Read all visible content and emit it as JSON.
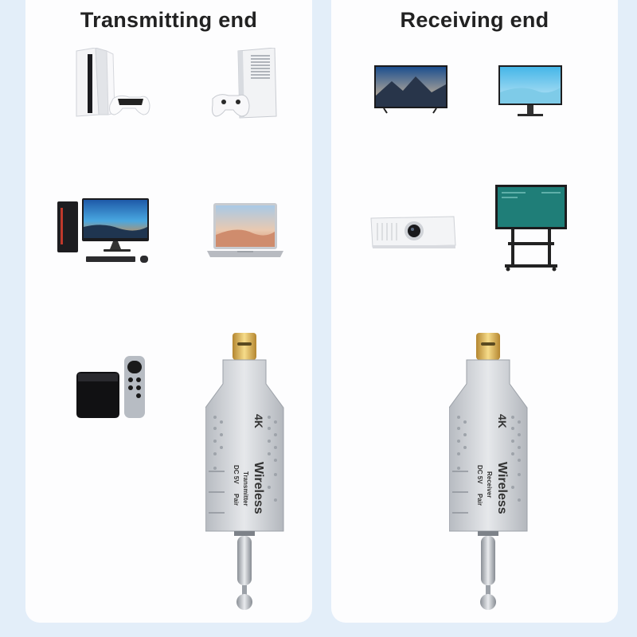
{
  "panels": [
    {
      "heading": "Transmitting end",
      "devices": [
        "ps5-console-icon",
        "xbox-series-s-icon",
        "desktop-pc-icon",
        "laptop-icon",
        "apple-tv-icon"
      ],
      "dongle": {
        "badge": "4K",
        "title": "Wireless",
        "subtitle": "Transmitter",
        "port1": "DC 5V",
        "port2": "Pair"
      }
    },
    {
      "heading": "Receiving end",
      "devices": [
        "television-icon",
        "monitor-icon",
        "projector-icon",
        "display-stand-icon"
      ],
      "dongle": {
        "badge": "4K",
        "title": "Wireless",
        "subtitle": "Receiver",
        "port1": "DC 5V",
        "port2": "Pair"
      }
    }
  ]
}
